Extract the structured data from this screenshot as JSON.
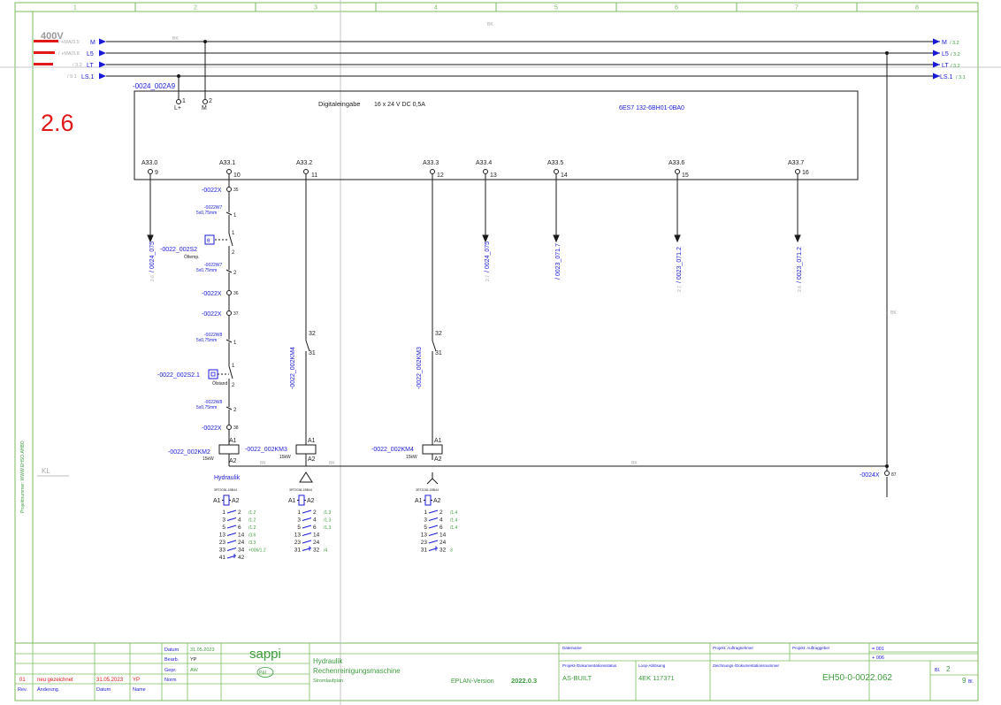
{
  "frame": {
    "columns": [
      "1",
      "2",
      "3",
      "4",
      "5",
      "6",
      "7",
      "8"
    ],
    "colors": {
      "frame": "#7cbb5a",
      "wire": "#1a1a1a",
      "label": "#1a1ad6",
      "ref": "#3d9b3d",
      "faint": "#a8a8a8",
      "markup": "#e01818"
    }
  },
  "handwriting": {
    "note": "2.6",
    "voltage": "400V"
  },
  "buses": [
    {
      "label": "M",
      "src": "/ +MA/3.5",
      "dest": "M",
      "dest_ref": "/ 3.2"
    },
    {
      "label": "L5",
      "src": "/ +MA/3.8",
      "dest": "L5",
      "dest_ref": "/ 3.2"
    },
    {
      "label": "LT",
      "src": "/ 3.2",
      "dest": "LT",
      "dest_ref": "/ 3.2"
    },
    {
      "label": "LS.1",
      "src": "/ 9.1",
      "dest": "LS.1",
      "dest_ref": "/ 3.1"
    }
  ],
  "wire_colors": {
    "bk": "BK"
  },
  "module": {
    "name": "-0024_002A9",
    "title": "Digitaleingabe",
    "spec": "16 x 24 V DC 0,5A",
    "part": "6ES7 132-6BH01-0BA0",
    "supply": [
      {
        "num": "1",
        "label": "L+"
      },
      {
        "num": "2",
        "label": "M"
      }
    ],
    "inputs": [
      {
        "addr": "A33.0",
        "pin": "9"
      },
      {
        "addr": "A33.1",
        "pin": "10"
      },
      {
        "addr": "A33.2",
        "pin": "11"
      },
      {
        "addr": "A33.3",
        "pin": "12"
      },
      {
        "addr": "A33.4",
        "pin": "13"
      },
      {
        "addr": "A33.5",
        "pin": "14"
      },
      {
        "addr": "A33.6",
        "pin": "15"
      },
      {
        "addr": "A33.7",
        "pin": "16"
      }
    ]
  },
  "arrow_refs": [
    {
      "ref": "2.6",
      "tag": "/ 0024_075"
    },
    {
      "ref": "2.7",
      "tag": "/ 0024_075"
    },
    {
      "ref": "",
      "tag": "/ 0023_071.7"
    },
    {
      "ref": "2.7",
      "tag": "/ 0023_071.2"
    },
    {
      "ref": "2.6",
      "tag": "/ 0023_071.2"
    }
  ],
  "chain": {
    "terminal": "-0022X",
    "t35": "35",
    "t36": "36",
    "t37": "37",
    "t38": "38",
    "cable_w7": "-0022W7",
    "cable_w8": "-0022W8",
    "cable_spec": "5x0,75mm",
    "sw1": "-0022_002S2",
    "sw1_desc": "Öltemp.",
    "sw2": "-0022_002S2.1",
    "sw2_desc": "Ölstand",
    "n1": "1",
    "n2": "2"
  },
  "contactors": [
    {
      "tag": "-0022_002KM2",
      "power": "15kW",
      "desc": "Hydraulik"
    },
    {
      "tag": "-0022_002KM3",
      "power": "15kW"
    },
    {
      "tag": "-0022_002KM4",
      "power": "15kW"
    }
  ],
  "interlocks": [
    {
      "tag": "-0022_002KM4",
      "a": "32",
      "b": "31"
    },
    {
      "tag": "-0022_002KM3",
      "a": "32",
      "b": "31"
    }
  ],
  "coil": {
    "a1": "A1",
    "a2": "A2"
  },
  "end_terminal": {
    "tag": "-0024X",
    "num": "87"
  },
  "kl_label": "KL",
  "cross_refs": [
    {
      "part": "3RT2036-1BB44",
      "rows": [
        [
          "1",
          "2",
          "/1.2"
        ],
        [
          "3",
          "4",
          "/1.2"
        ],
        [
          "5",
          "6",
          "/1.2"
        ],
        [
          "13",
          "14",
          "/3.6"
        ],
        [
          "23",
          "24",
          "/3.3"
        ],
        [
          "33",
          "34",
          "+006/1.2"
        ],
        [
          "41",
          "42",
          ""
        ]
      ]
    },
    {
      "part": "3RT2036-1BB44",
      "rows": [
        [
          "1",
          "2",
          "/1.3"
        ],
        [
          "3",
          "4",
          "/1.3"
        ],
        [
          "5",
          "6",
          "/1.3"
        ],
        [
          "13",
          "14",
          ""
        ],
        [
          "23",
          "24",
          ""
        ],
        [
          "31",
          "32",
          "/4"
        ]
      ]
    },
    {
      "part": "3RT2036-1BB44",
      "rows": [
        [
          "1",
          "2",
          "/1.4"
        ],
        [
          "3",
          "4",
          "/1.4"
        ],
        [
          "5",
          "6",
          "/1.4"
        ],
        [
          "13",
          "14",
          ""
        ],
        [
          "23",
          "24",
          ""
        ],
        [
          "31",
          "32",
          "3"
        ]
      ]
    }
  ],
  "title_block": {
    "rev": "01",
    "change": "neu gezeichnet",
    "date": "31.05.2023",
    "name": "YP",
    "col_rev": "Rev.",
    "col_change": "Änderung",
    "col_date": "Datum",
    "col_name": "Name",
    "lbl_datum": "Datum",
    "val_datum": "31.05.2023",
    "lbl_bearb": "Bearb.",
    "val_bearb": "YP",
    "lbl_gepr": "Gepr.",
    "val_gepr": "AW",
    "lbl_norm": "Norm",
    "company": "sappi",
    "logo2": "P&I",
    "doc_title1": "Hydraulik",
    "doc_title2": "Rechenreinigungsmaschine",
    "doc_type": "Stromlaufplan",
    "eplan_label": "EPLAN-Version",
    "eplan_ver": "2022.0.3",
    "lbl_dateiname": "Dateiname",
    "lbl_status": "Projekt-/Dokumentationsstatus",
    "status": "AS-BUILT",
    "lbl_loop": "Loop-Ablösung",
    "loop": "4EK 117371",
    "lbl_proj1": "Projekt: Auftragnehmer",
    "lbl_proj2": "Projekt: Auftraggeber",
    "lbl_docno": "Zeichnungs-/Dokumentationsnummer",
    "docno": "EH50-0-0022.062",
    "loc1": "= 001",
    "loc2": "+ 006",
    "lbl_bl": "Bl.",
    "sheet": "2",
    "sheets": "9",
    "sheets_lbl": "Bl."
  },
  "left_margin": {
    "text": "Projektnummer:   WWW.EHSO.AHBO"
  }
}
